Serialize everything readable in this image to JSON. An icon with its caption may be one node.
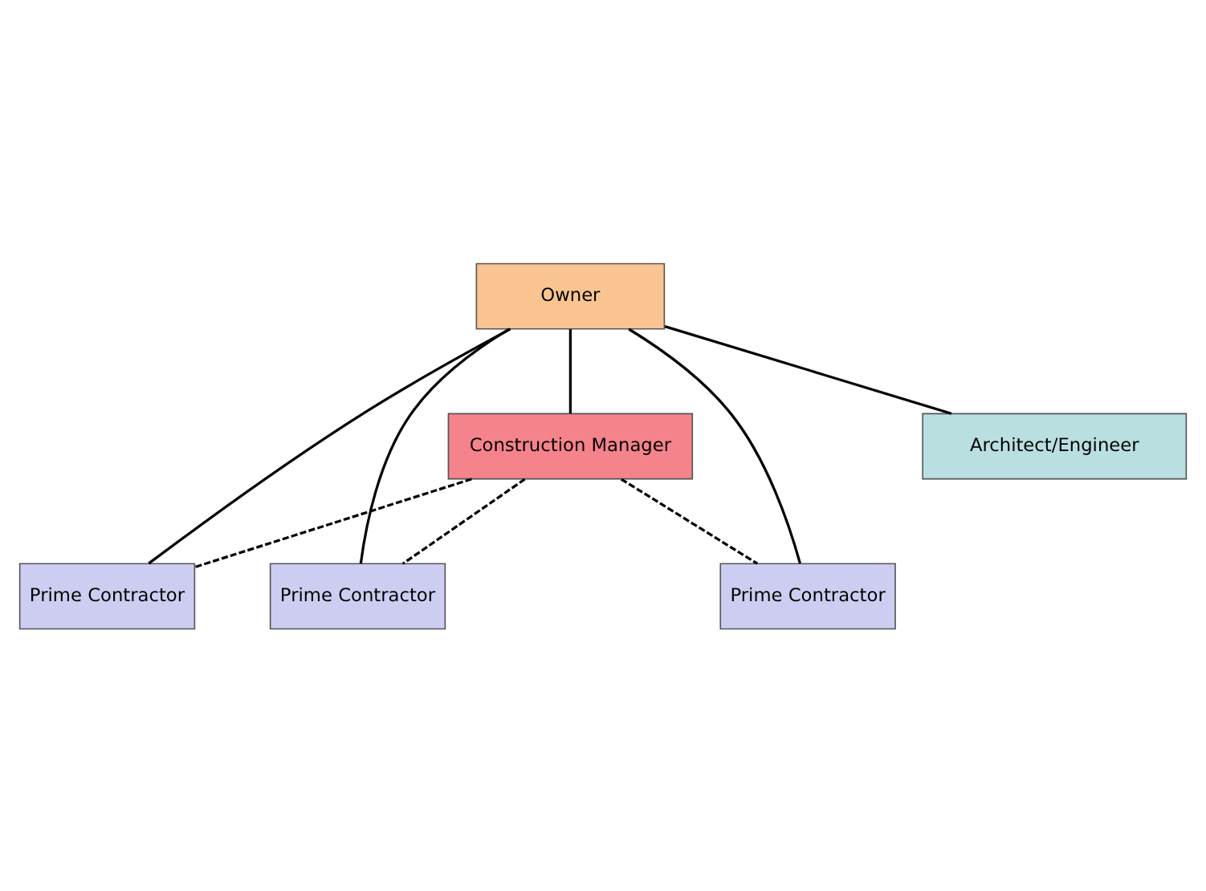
{
  "diagram": {
    "nodes": [
      {
        "text": [
          "Owner"
        ]
      },
      {
        "text": [
          "Construction Manager"
        ]
      },
      {
        "text": [
          "Architect/Engineer"
        ]
      },
      {
        "text": [
          "Prime Contractor"
        ]
      },
      {
        "text": [
          "Prime Contractor"
        ]
      },
      {
        "text": [
          "Prime Contractor"
        ]
      }
    ],
    "edges": [
      {
        "from": 0,
        "to": 1,
        "arrow": "none"
      },
      {
        "from": 0,
        "to": 2,
        "arrow": "none"
      },
      {
        "from": 0,
        "to": 3,
        "arrow": "none"
      },
      {
        "from": 0,
        "to": 4,
        "arrow": "none"
      },
      {
        "from": 0,
        "to": 5,
        "arrow": "none"
      },
      {
        "from": 1,
        "to": 3,
        "arrow": "none",
        "style": "dashed"
      },
      {
        "from": 1,
        "to": 4,
        "arrow": "none",
        "style": "dashed"
      },
      {
        "from": 1,
        "to": 5,
        "arrow": "none",
        "style": "dashed"
      }
    ]
  }
}
